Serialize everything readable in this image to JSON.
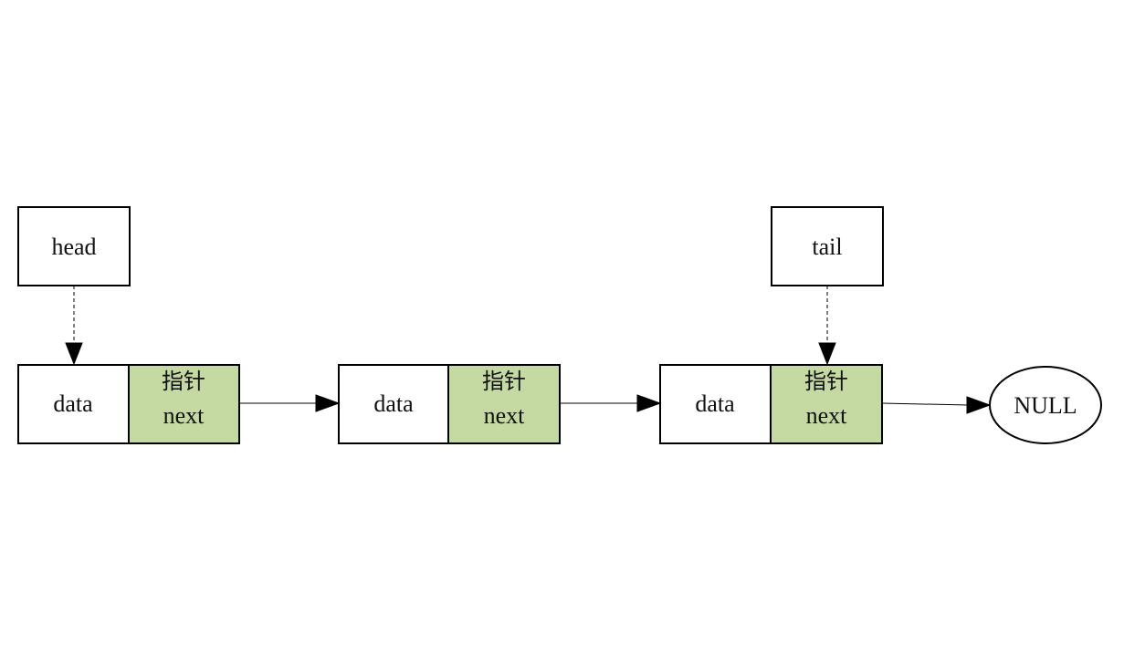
{
  "diagram": {
    "head_label": "head",
    "tail_label": "tail",
    "null_label": "NULL",
    "nodes": [
      {
        "data_label": "data",
        "pointer_label": "指针",
        "next_label": "next"
      },
      {
        "data_label": "data",
        "pointer_label": "指针",
        "next_label": "next"
      },
      {
        "data_label": "data",
        "pointer_label": "指针",
        "next_label": "next"
      }
    ]
  },
  "colors": {
    "pointer_fill": "#c5d9a2",
    "stroke": "#000000",
    "background": "#ffffff"
  }
}
